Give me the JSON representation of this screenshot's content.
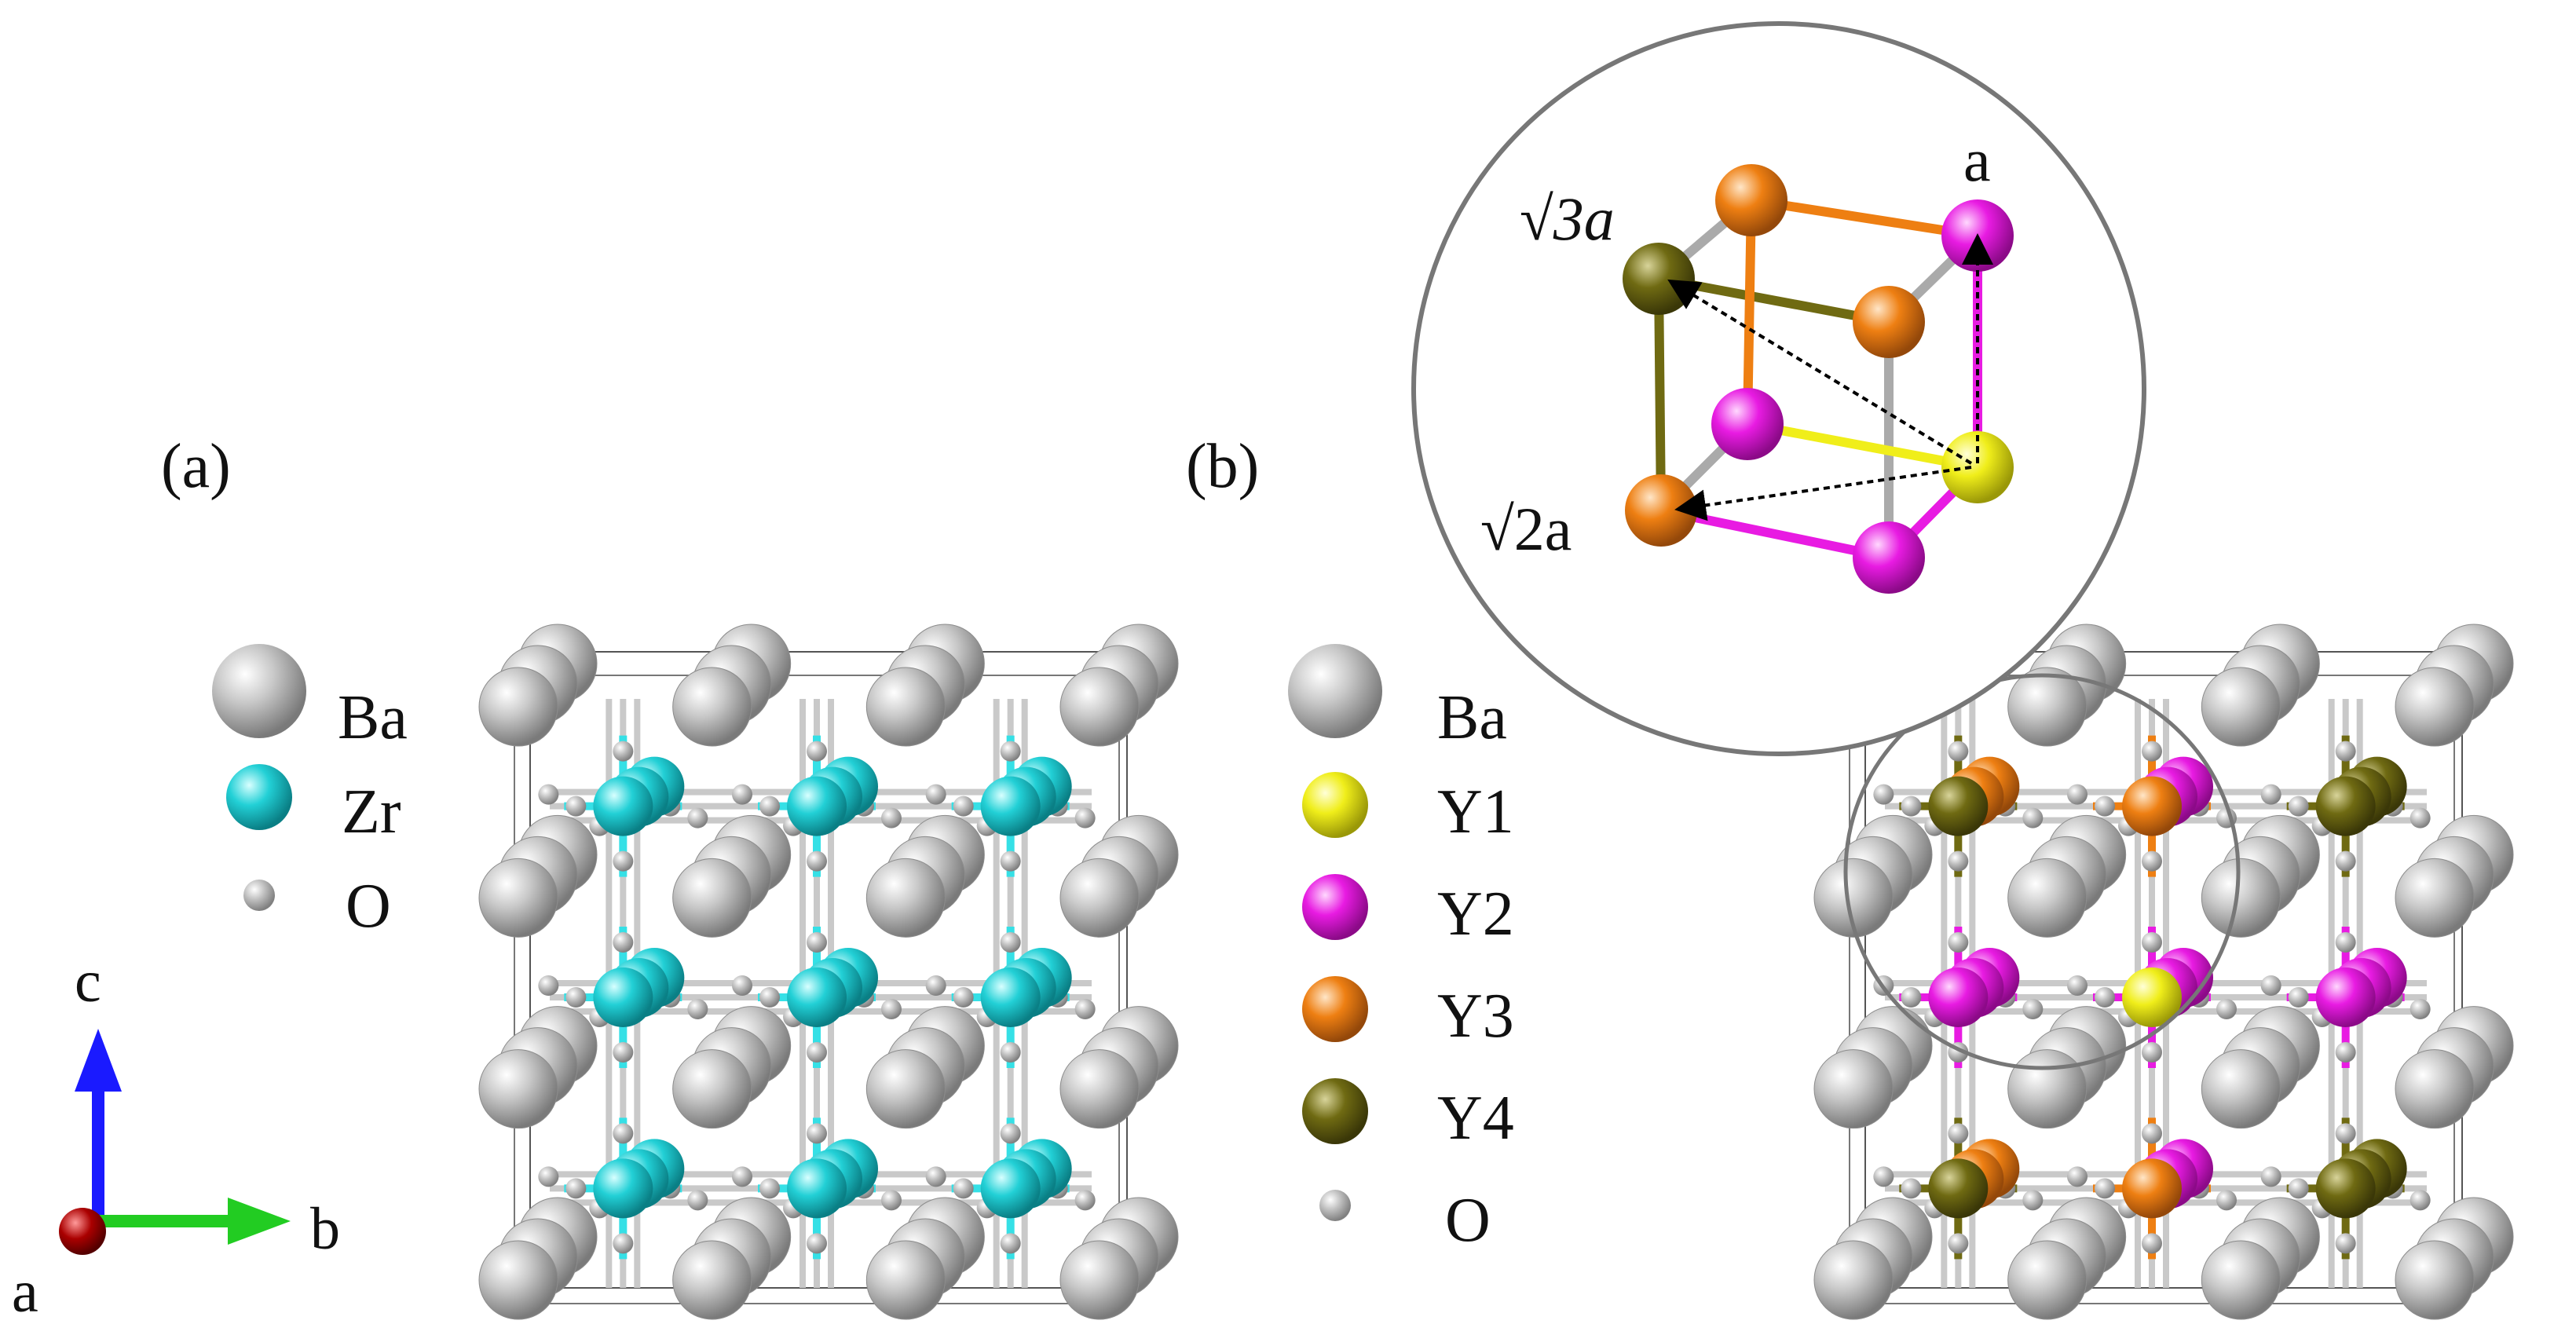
{
  "panels": {
    "a": {
      "label": "(a)"
    },
    "b": {
      "label": "(b)"
    }
  },
  "legend_a": [
    {
      "symbol": "Ba",
      "color": "#c4c4c4",
      "size": "large"
    },
    {
      "symbol": "Zr",
      "color": "#22d0d6",
      "size": "medium"
    },
    {
      "symbol": "O",
      "color": "#b8b8b8",
      "size": "small"
    }
  ],
  "legend_b": [
    {
      "symbol": "Ba",
      "color": "#c4c4c4",
      "size": "large"
    },
    {
      "symbol": "Y1",
      "color": "#f0ee1a",
      "size": "medium"
    },
    {
      "symbol": "Y2",
      "color": "#e81be2",
      "size": "medium"
    },
    {
      "symbol": "Y3",
      "color": "#ee7f12",
      "size": "medium"
    },
    {
      "symbol": "Y4",
      "color": "#6f6a12",
      "size": "medium"
    },
    {
      "symbol": "O",
      "color": "#b8b8b8",
      "size": "small"
    }
  ],
  "axes": {
    "c": "c",
    "b": "b",
    "a": "a",
    "colors": {
      "c": "#1a1aff",
      "b": "#22cc22",
      "a": "#aa0000"
    }
  },
  "inset": {
    "label_a": "a",
    "label_sqrt2": "√2a",
    "label_sqrt3": "√3a",
    "atoms": [
      {
        "id": "olive",
        "color": "#6f6a12"
      },
      {
        "id": "orange-top",
        "color": "#ee7f12"
      },
      {
        "id": "magenta-tr",
        "color": "#e81be2"
      },
      {
        "id": "orange-mid",
        "color": "#ee7f12"
      },
      {
        "id": "magenta-c",
        "color": "#e81be2"
      },
      {
        "id": "yellow",
        "color": "#f0ee1a"
      },
      {
        "id": "orange-bl",
        "color": "#ee7f12"
      },
      {
        "id": "magenta-b",
        "color": "#e81be2"
      }
    ]
  }
}
